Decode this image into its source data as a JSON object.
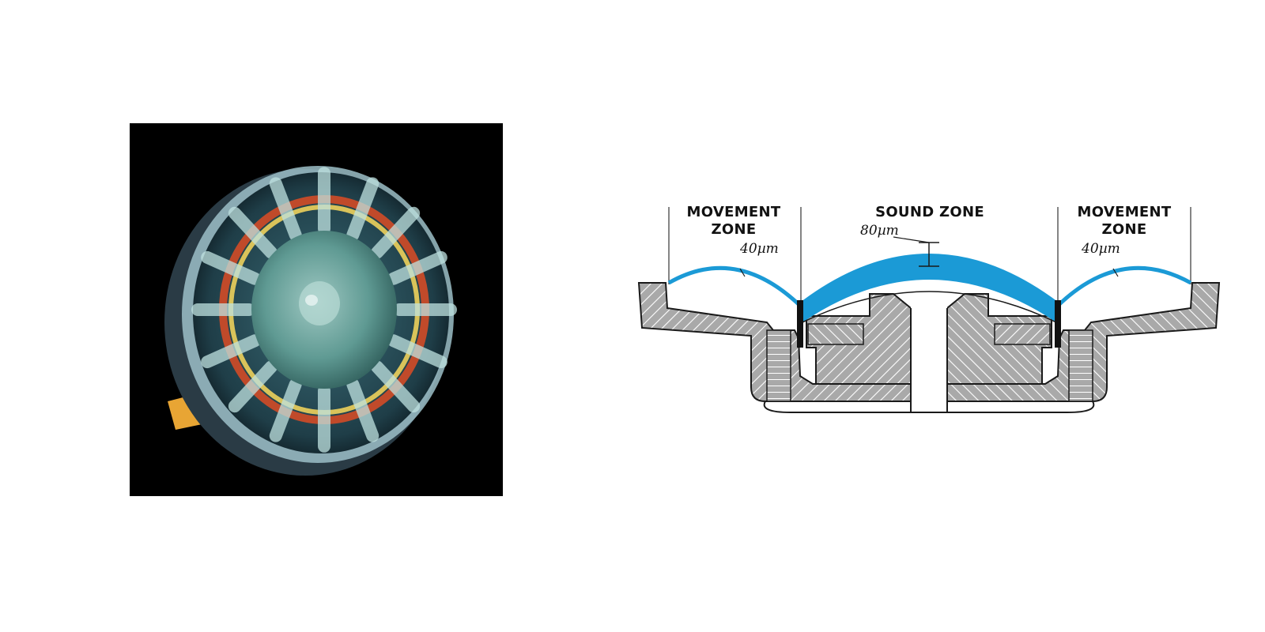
{
  "photo": {
    "subject": "headphone-driver-photo",
    "colors": {
      "background": "#000000",
      "tint": "#6fb8c4",
      "coil": "#c04a2a",
      "tab": "#e8a534"
    }
  },
  "diagram": {
    "labels": {
      "left_zone_line1": "MOVEMENT",
      "left_zone_line2": "ZONE",
      "center_zone": "SOUND ZONE",
      "right_zone_line1": "MOVEMENT",
      "right_zone_line2": "ZONE",
      "thickness_center": "80µm",
      "thickness_left": "40µm",
      "thickness_right": "40µm"
    },
    "colors": {
      "membrane": "#1b9ad6",
      "body": "#a9a9a9",
      "outline": "#1a1a1a",
      "coil": "#111111"
    }
  }
}
